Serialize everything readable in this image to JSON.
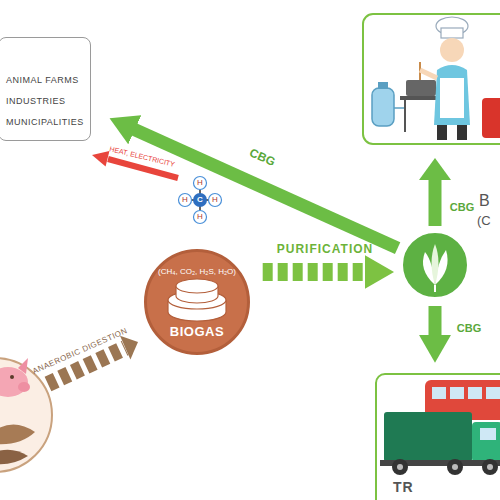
{
  "diagram": {
    "nodes": [
      {
        "text": [
          "ANIMAL FARMS",
          "INDUSTRIES",
          "MUNICIPALITIES"
        ]
      },
      {
        "text": [
          "(CH₄, CO₂, H₂S, H₂O)",
          "BIOGAS"
        ]
      },
      {
        "text": [
          "B",
          "(C"
        ]
      },
      {
        "text": [
          "TR"
        ]
      }
    ],
    "edges": [
      {
        "from": 2,
        "to": 0,
        "arrow": "to",
        "label": "CBG"
      },
      {
        "from": 1,
        "to": 2,
        "arrow": "to",
        "label": "PURIFICATION"
      },
      {
        "from": 2,
        "to": 3,
        "arrow": "to",
        "label": "CBG"
      }
    ],
    "labels": [
      "CBG",
      "HEAT, ELECTRICITY",
      "H",
      "H",
      "C",
      "H",
      "H",
      "ANAEROBIC DIGESTION"
    ]
  }
}
